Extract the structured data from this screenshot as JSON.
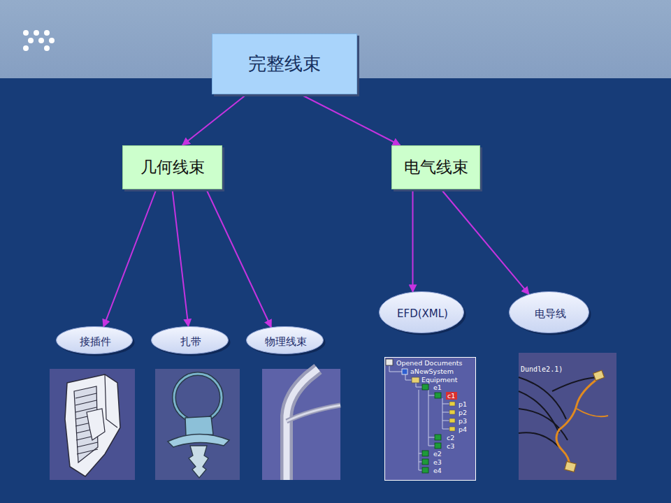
{
  "diagram": {
    "nodes": [
      {
        "text": [
          "完整线束"
        ]
      },
      {
        "text": [
          "几何线束"
        ]
      },
      {
        "text": [
          "电气线束"
        ]
      },
      {
        "text": [
          "接插件"
        ]
      },
      {
        "text": [
          "扎带"
        ]
      },
      {
        "text": [
          "物理线束"
        ]
      },
      {
        "text": [
          "EFD(XML)"
        ]
      },
      {
        "text": [
          "电导线"
        ]
      }
    ],
    "edges": [
      {
        "from": 0,
        "to": 1,
        "arrow": "to"
      },
      {
        "from": 0,
        "to": 2,
        "arrow": "to"
      },
      {
        "from": 1,
        "to": 3,
        "arrow": "to"
      },
      {
        "from": 1,
        "to": 4,
        "arrow": "to"
      },
      {
        "from": 1,
        "to": 5,
        "arrow": "to"
      },
      {
        "from": 2,
        "to": 6,
        "arrow": "to"
      },
      {
        "from": 2,
        "to": 7,
        "arrow": "to"
      }
    ],
    "labels": [
      "Opened Documents",
      "aNewSystem",
      "Equipment",
      "e1",
      "c1",
      "p1",
      "p2",
      "p3",
      "p4",
      "c2",
      "c3",
      "e2",
      "e3",
      "e4",
      "Dundle2.1)"
    ]
  }
}
